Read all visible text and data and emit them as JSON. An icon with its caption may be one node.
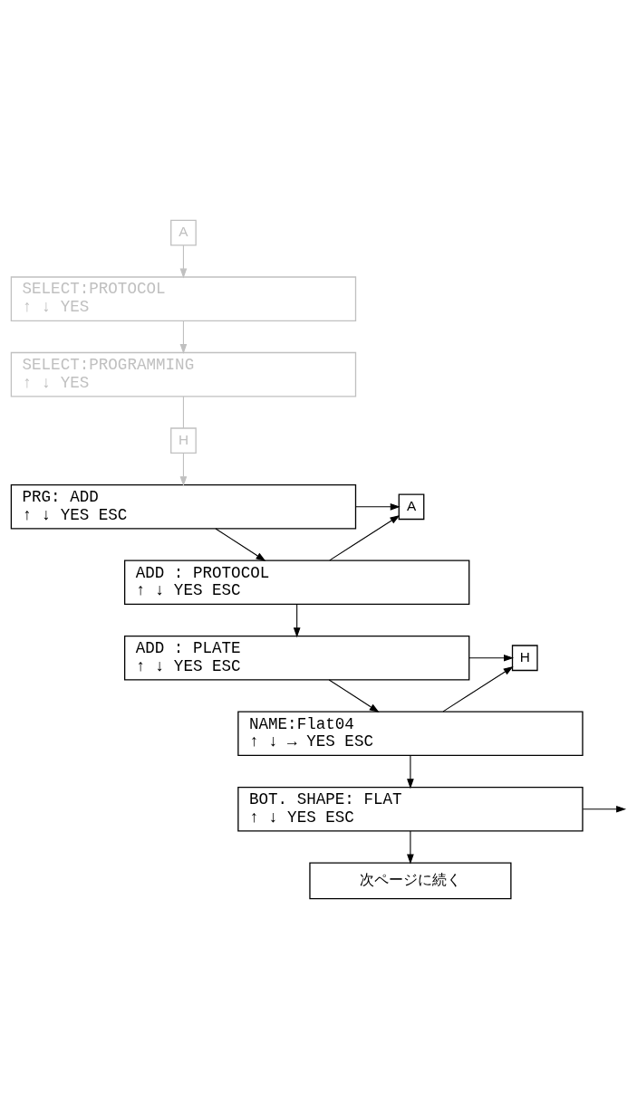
{
  "diagram": {
    "nodes": [
      {
        "text": [
          "A"
        ]
      },
      {
        "text": [
          "SELECT:PROTOCOL",
          "↑ ↓ YES"
        ]
      },
      {
        "text": [
          "SELECT:PROGRAMMING",
          "↑ ↓ YES"
        ]
      },
      {
        "text": [
          "H"
        ]
      },
      {
        "text": [
          "PRG: ADD",
          "↑ ↓ YES ESC"
        ]
      },
      {
        "text": [
          "A"
        ]
      },
      {
        "text": [
          "ADD : PROTOCOL",
          "↑ ↓ YES ESC"
        ]
      },
      {
        "text": [
          "ADD : PLATE",
          "↑ ↓ YES ESC"
        ]
      },
      {
        "text": [
          "H"
        ]
      },
      {
        "text": [
          "NAME:Flat04",
          "↑ ↓ → YES ESC"
        ]
      },
      {
        "text": [
          "BOT. SHAPE: FLAT",
          "↑ ↓ YES ESC"
        ]
      },
      {
        "text": [
          "次ページに続く"
        ]
      }
    ],
    "edges": [
      {
        "from": 0,
        "to": 1,
        "arrow": "to",
        "color": "#c0c0c0"
      },
      {
        "from": 1,
        "to": 2,
        "arrow": "to",
        "color": "#c0c0c0"
      },
      {
        "from": 2,
        "to": 3,
        "arrow": "none",
        "color": "#c0c0c0"
      },
      {
        "from": 3,
        "to": 4,
        "arrow": "to",
        "color": "#c0c0c0"
      },
      {
        "from": 4,
        "to": 6,
        "arrow": "to"
      },
      {
        "from": 4,
        "to": 5,
        "arrow": "to"
      },
      {
        "from": 6,
        "to": 5,
        "arrow": "to"
      },
      {
        "from": 6,
        "to": 7,
        "arrow": "to"
      },
      {
        "from": 7,
        "to": 9,
        "arrow": "to"
      },
      {
        "from": 7,
        "to": 8,
        "arrow": "to"
      },
      {
        "from": 9,
        "to": 8,
        "arrow": "to"
      },
      {
        "from": 9,
        "to": 10,
        "arrow": "to"
      },
      {
        "from": 10,
        "to": null,
        "arrow": "to"
      },
      {
        "from": 10,
        "to": 11,
        "arrow": "to"
      }
    ]
  }
}
